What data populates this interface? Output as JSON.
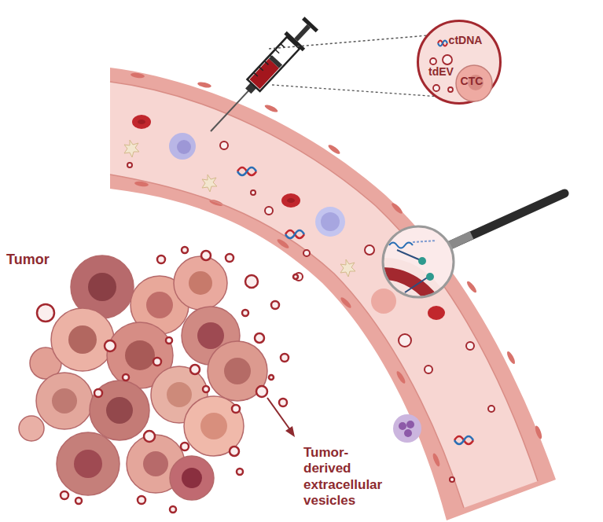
{
  "diagram": {
    "nodes": [
      {
        "text": [
          "ctDNA",
          "tdEV",
          "CTC"
        ]
      }
    ],
    "labels": [
      "Tumor",
      "Tumor-derived extracellular vesicles"
    ]
  }
}
